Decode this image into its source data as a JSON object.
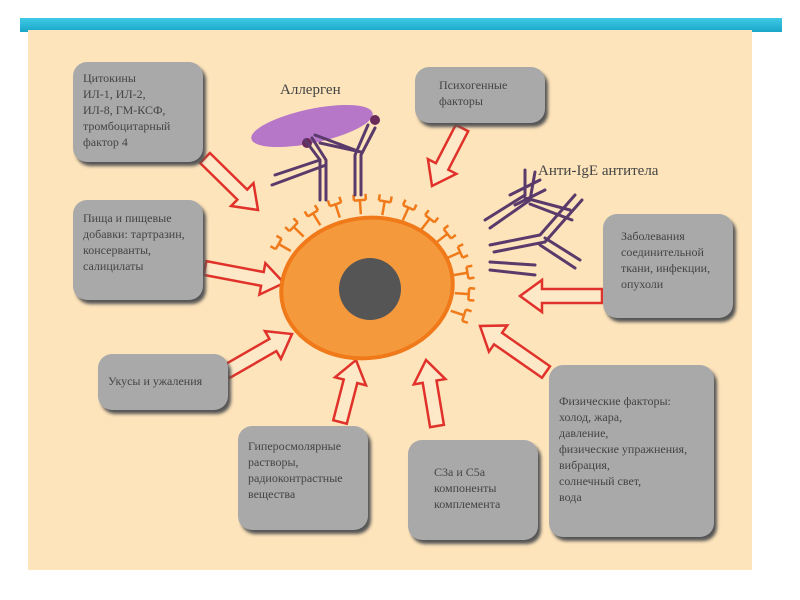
{
  "diagram": {
    "labels": {
      "allergen": "Аллерген",
      "anti_ige": "Анти-IgE антитела"
    },
    "boxes": [
      {
        "id": "cytokines",
        "text": "Цитокины\nИЛ-1, ИЛ-2,\nИЛ-8, ГМ-КСФ,\nтромбоцитарный\nфактор 4"
      },
      {
        "id": "food",
        "text": "Пища и пищевые\nдобавки: тартразин,\nконсерванты,\nсалицилаты"
      },
      {
        "id": "bites",
        "text": "Укусы и ужаления"
      },
      {
        "id": "hyperosmolar",
        "text": "Гиперосмолярные\nрастворы,\nрадиоконтрастные\nвещества"
      },
      {
        "id": "complement",
        "text": "C3a и C5a\nкомпоненты\nкомплемента"
      },
      {
        "id": "physical",
        "text": "Физические факторы:\nхолод, жара,\nдавление,\nфизические упражнения,\nвибрация,\nсолнечный свет,\nвода"
      },
      {
        "id": "diseases",
        "text": "Заболевания\nсоединительной\nткани, инфекции,\nопухоли"
      },
      {
        "id": "psychogenic",
        "text": "Психогенные\nфакторы"
      }
    ],
    "colors": {
      "background": "#fde4bb",
      "box": "#a9a9aa",
      "cell": "#f59a3c",
      "cell_border": "#f07a1a",
      "nucleus": "#555555",
      "arrow": "#e0322a",
      "antibody": "#5a3a6a",
      "allergen": "#b777c9"
    }
  }
}
